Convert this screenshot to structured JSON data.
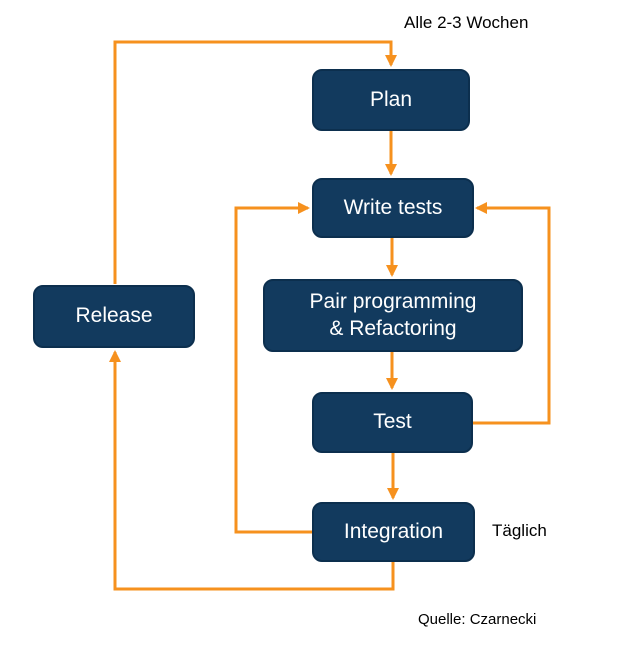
{
  "diagram": {
    "type": "flowchart",
    "nodes": [
      {
        "id": "plan",
        "label": "Plan"
      },
      {
        "id": "write_tests",
        "label": "Write tests"
      },
      {
        "id": "pair_programming",
        "label": "Pair programming & Refactoring",
        "label_lines": [
          "Pair programming",
          "& Refactoring"
        ]
      },
      {
        "id": "test",
        "label": "Test"
      },
      {
        "id": "integration",
        "label": "Integration"
      },
      {
        "id": "release",
        "label": "Release"
      }
    ],
    "edges": [
      {
        "from": "release",
        "to": "plan",
        "label": "Alle 2-3 Wochen"
      },
      {
        "from": "plan",
        "to": "write_tests",
        "label": ""
      },
      {
        "from": "write_tests",
        "to": "pair_programming",
        "label": ""
      },
      {
        "from": "pair_programming",
        "to": "test",
        "label": ""
      },
      {
        "from": "test",
        "to": "integration",
        "label": ""
      },
      {
        "from": "test",
        "to": "write_tests",
        "label": ""
      },
      {
        "from": "integration",
        "to": "write_tests",
        "label": ""
      },
      {
        "from": "integration",
        "to": "release",
        "label": "Täglich"
      }
    ],
    "annotations": {
      "cycle_label": "Alle 2-3 Wochen",
      "daily_label": "Täglich",
      "source": "Quelle: Czarnecki"
    },
    "colors": {
      "node_fill": "#123A5E",
      "node_border": "#0C2F4E",
      "node_text": "#FFFFFF",
      "arrow": "#F6911E",
      "annotation_text": "#000000",
      "background": "#FFFFFF"
    }
  }
}
